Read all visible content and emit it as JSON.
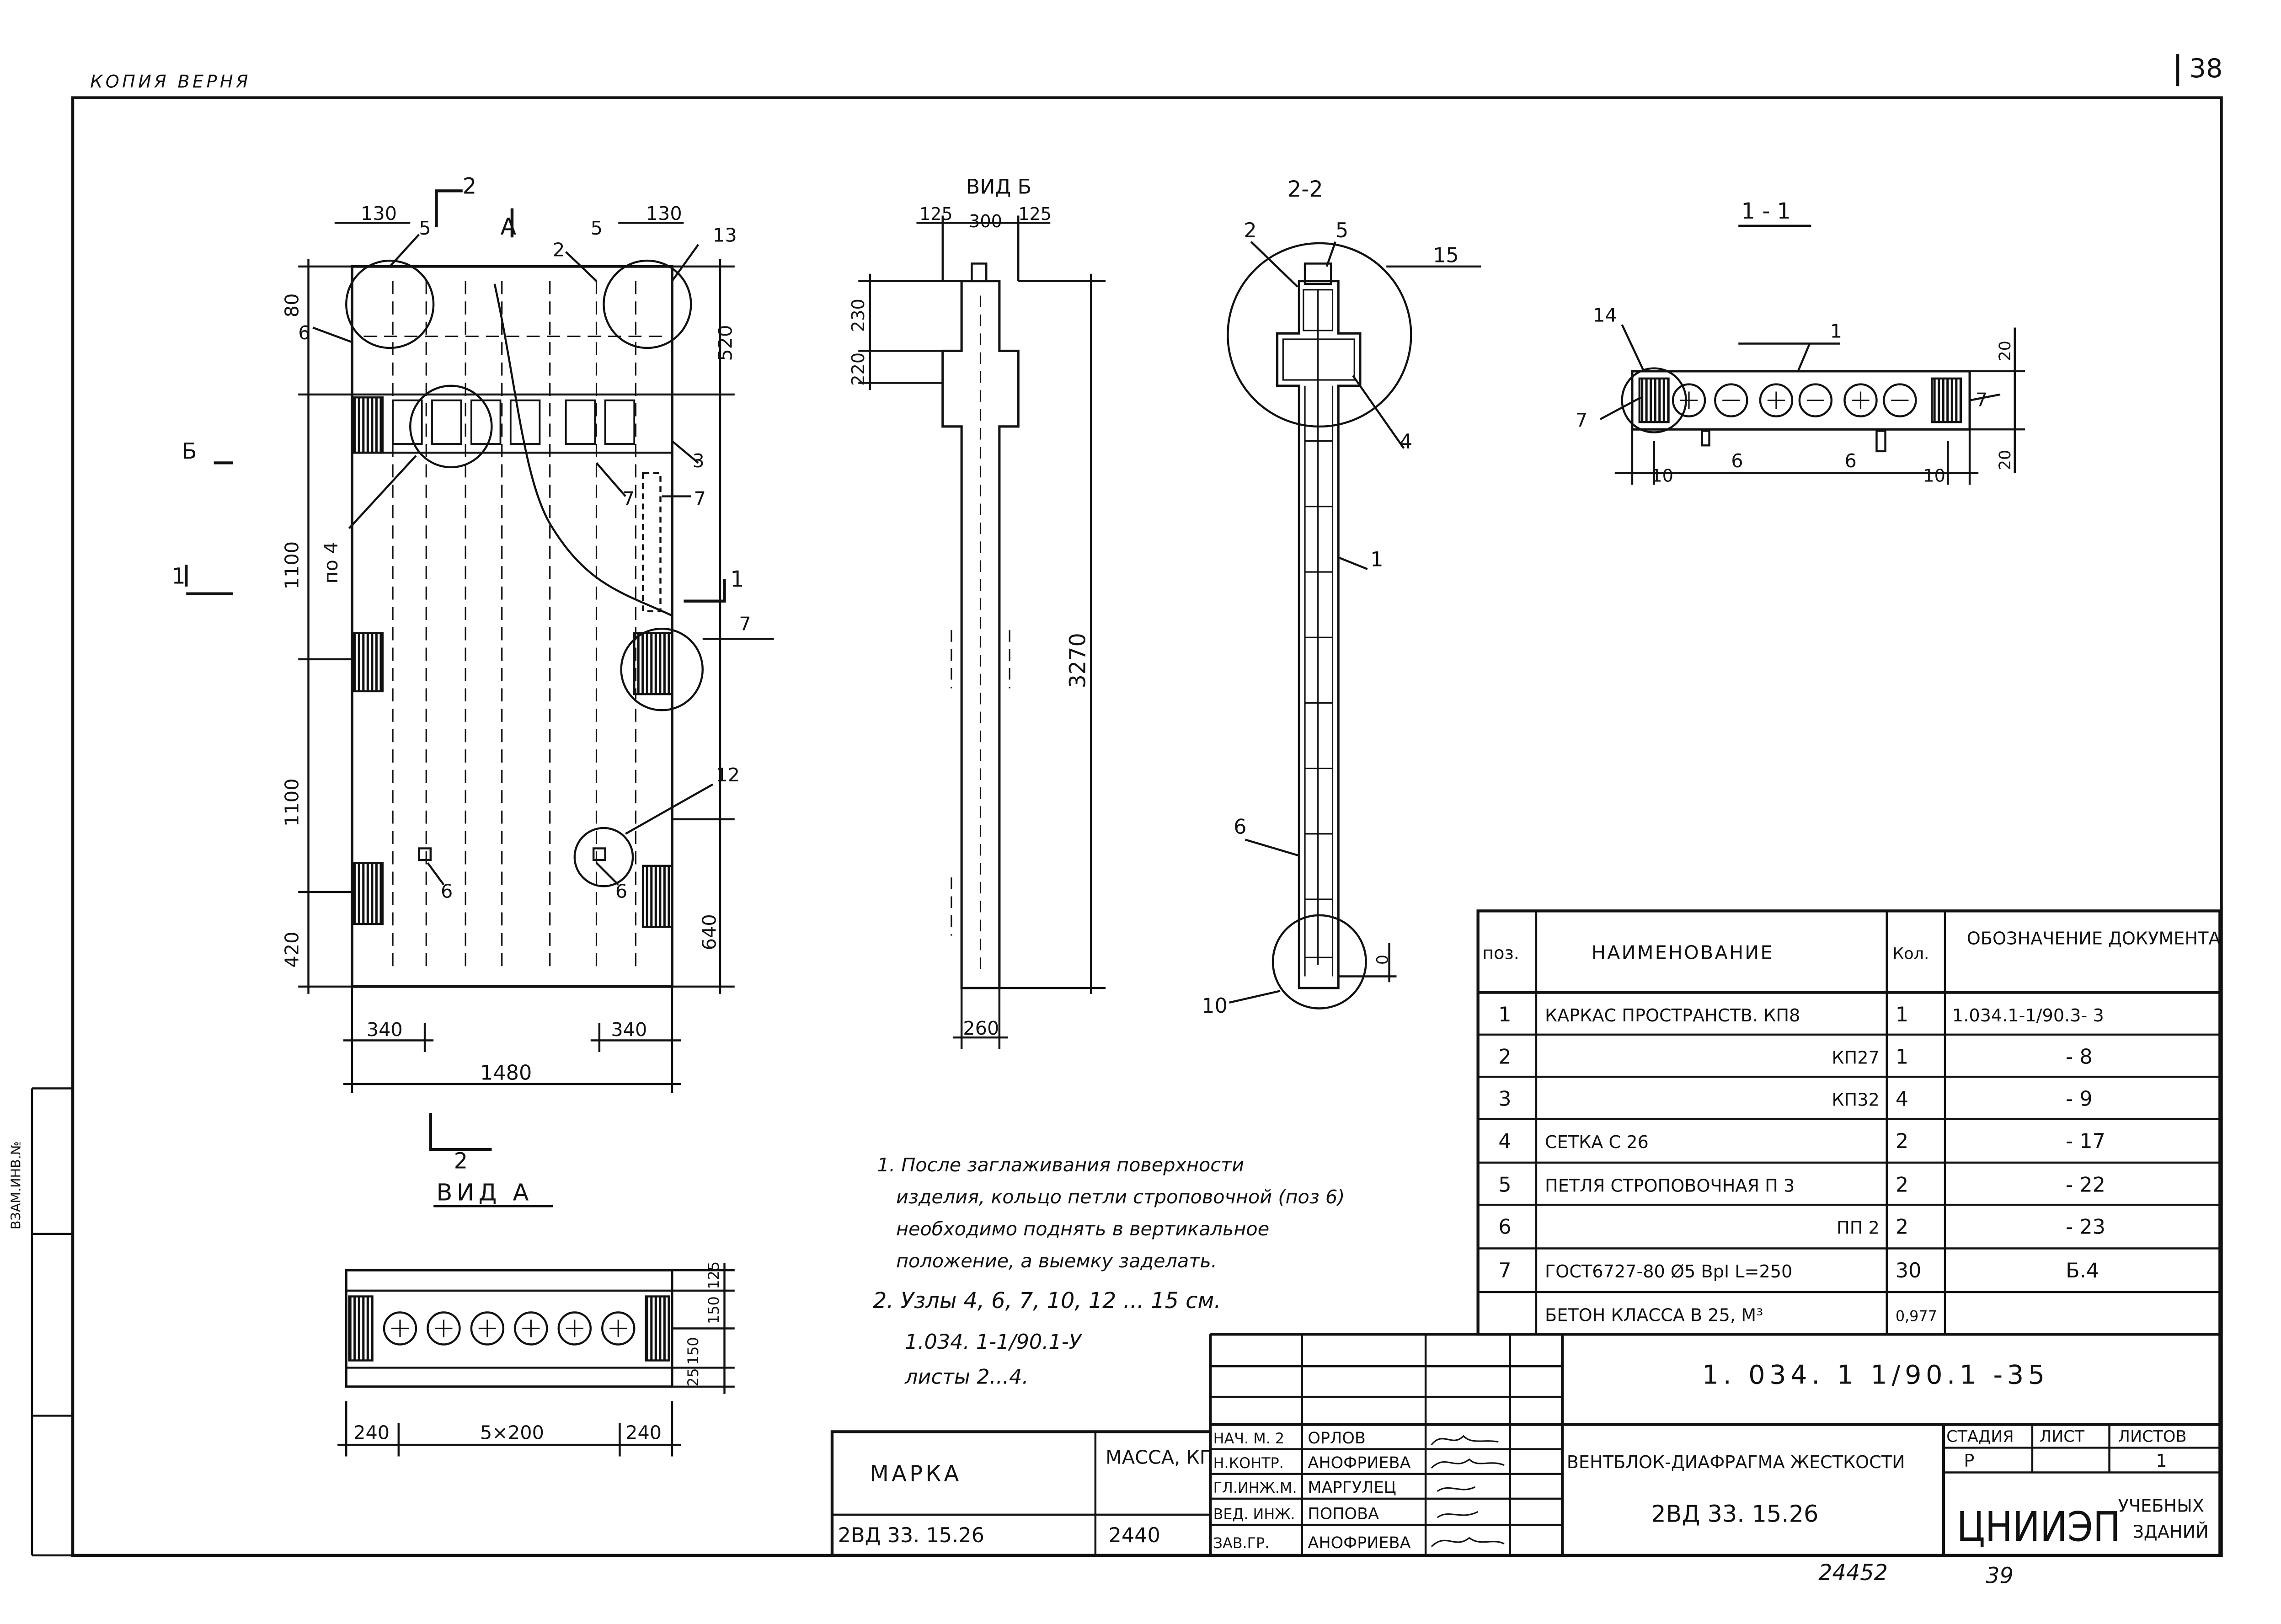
{
  "header": {
    "copy_stamp": "КОПИЯ ВЕРНЯ",
    "sheet_no": "38"
  },
  "views": {
    "plan": {
      "section_mark_2": "2",
      "arrow_a": "А",
      "section_b": "Б",
      "section_1": "1",
      "dims": {
        "d130_left": "130",
        "d130_right": "130",
        "d80": "80",
        "d520": "520",
        "d1100_top": "1100",
        "d1100_bottom": "1100",
        "d420": "420",
        "d640": "640",
        "d340_left": "340",
        "d340_right": "340",
        "d1480": "1480",
        "po4": "по 4"
      },
      "callouts": {
        "c5a": "5",
        "c6a": "6",
        "c2": "2",
        "c5b": "5",
        "c13": "13",
        "c3": "3",
        "c7a": "7",
        "c7b": "7",
        "c7c": "7",
        "c1": "1",
        "c12": "12",
        "c6b": "6",
        "c6c": "6"
      }
    },
    "view_b": {
      "title": "ВИД Б",
      "d125a": "125",
      "d300": "300",
      "d125b": "125",
      "d230": "230",
      "d220": "220",
      "d3270": "3270",
      "d260": "260"
    },
    "sec_22": {
      "title": "2-2",
      "c2": "2",
      "c5": "5",
      "c15": "15",
      "c4": "4",
      "c1": "1",
      "c6": "6",
      "c10": "10",
      "d0": "0"
    },
    "sec_11": {
      "title": "1 - 1",
      "c14": "14",
      "c1": "1",
      "c7a": "7",
      "c7b": "7",
      "c6a": "6",
      "c6b": "6",
      "d20a": "20",
      "d20b": "20",
      "d10a": "10",
      "d10b": "10"
    },
    "view_a": {
      "title": "ВИД А",
      "d240a": "240",
      "d5x200": "5×200",
      "d240b": "240",
      "d125": "125",
      "d150a": "150",
      "d150b": "150",
      "d25": "25"
    }
  },
  "notes": {
    "n1": [
      "1. После заглаживания поверхности",
      "изделия, кольцо петли строповочной (поз 6)",
      "необходимо поднять в вертикальное",
      "положение, а выемку заделать."
    ],
    "n2": [
      "2. Узлы 4, 6, 7, 10, 12 ... 15 см.",
      "1.034. 1-1/90.1-У",
      "листы 2...4."
    ]
  },
  "spec_table": {
    "headers": {
      "pos": "поз.",
      "name": "НАИМЕНОВАНИЕ",
      "qty": "Кол.",
      "doc": "ОБОЗНАЧЕНИЕ ДОКУМЕНТА"
    },
    "rows": [
      {
        "pos": "1",
        "name": "КАРКАС ПРОСТРАНСТВ. КП8",
        "qty": "1",
        "doc": "1.034.1-1/90.3- 3"
      },
      {
        "pos": "2",
        "name": "КП27",
        "qty": "1",
        "doc": "- 8"
      },
      {
        "pos": "3",
        "name": "КП32",
        "qty": "4",
        "doc": "- 9"
      },
      {
        "pos": "4",
        "name": "СЕТКА С 26",
        "qty": "2",
        "doc": "- 17"
      },
      {
        "pos": "5",
        "name": "ПЕТЛЯ СТРОПОВОЧНАЯ П 3",
        "qty": "2",
        "doc": "- 22"
      },
      {
        "pos": "6",
        "name": "ПП 2",
        "qty": "2",
        "doc": "- 23"
      },
      {
        "pos": "7",
        "name": "ГОСТ6727-80 Ø5 ВрI L=250",
        "qty": "30",
        "doc": "Б.4"
      },
      {
        "pos": "",
        "name": "БЕТОН КЛАССА В 25, М³",
        "qty": "0,977",
        "doc": ""
      }
    ]
  },
  "marka_table": {
    "h_marka": "МАРКА",
    "h_mass": "МАССА, КГ",
    "marka": "2ВД 33. 15.26",
    "mass": "2440"
  },
  "title_block": {
    "doc_code": "1. 034. 1 1/90.1 -35",
    "title": "ВЕНТБЛОК-ДИАФРАГМА ЖЕСТКОСТИ",
    "mark": "2ВД 33. 15.26",
    "stage_h": "СТАДИЯ",
    "sheet_h": "ЛИСТ",
    "sheets_h": "ЛИСТОВ",
    "stage": "Р",
    "sheets": "1",
    "org": "ЦНИИЭП",
    "org_sub1": "УЧЕБНЫХ",
    "org_sub2": "ЗДАНИЙ",
    "roles": [
      {
        "role": "НАЧ. М. 2",
        "name": "ОРЛОВ"
      },
      {
        "role": "Н.КОНТР.",
        "name": "АНОФРИЕВА"
      },
      {
        "role": "ГЛ.ИНЖ.М.",
        "name": "МАРГУЛЕЦ"
      },
      {
        "role": "ВЕД. ИНЖ.",
        "name": "ПОПОВА"
      },
      {
        "role": "ЗАВ.ГР.",
        "name": "АНОФРИЕВА"
      }
    ]
  },
  "footer": {
    "num_left": "24452",
    "num_right": "39"
  },
  "side_strip": {
    "label": "ВЗАМ.ИНВ.№"
  }
}
